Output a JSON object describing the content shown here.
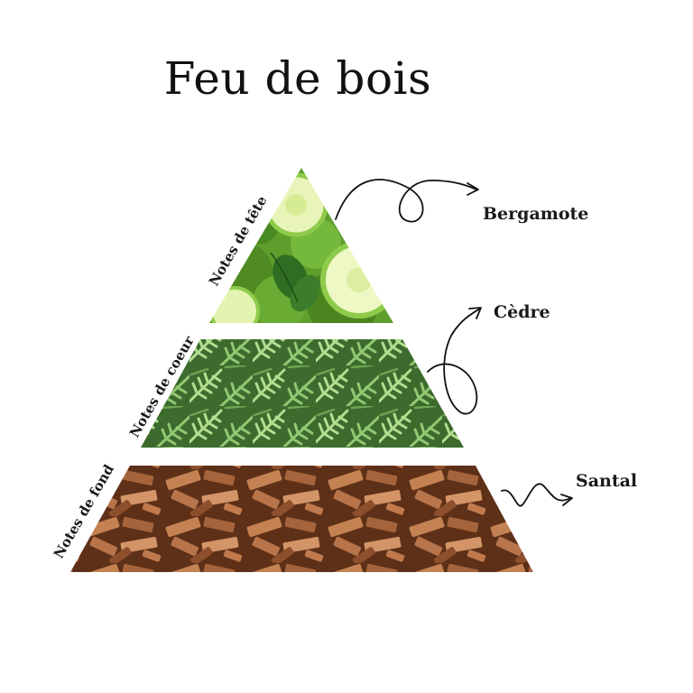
{
  "title": "Feu de bois",
  "tiers": [
    {
      "label": "Notes de tête",
      "note": "Bergamote",
      "picture": "bergamot-citrus-texture"
    },
    {
      "label": "Notes de coeur",
      "note": "Cèdre",
      "picture": "cedar-foliage-texture"
    },
    {
      "label": "Notes de fond",
      "note": "Santal",
      "picture": "sandalwood-chips-texture"
    }
  ],
  "colors": {
    "citrus_light": "#d9ef9b",
    "citrus_mid": "#7cbf3a",
    "citrus_dark": "#3f7d1e",
    "cedar_light": "#a8d48a",
    "cedar_dark": "#345c2a",
    "wood_light": "#c9875a",
    "wood_mid": "#9c5a35",
    "wood_dark": "#5e3018"
  }
}
